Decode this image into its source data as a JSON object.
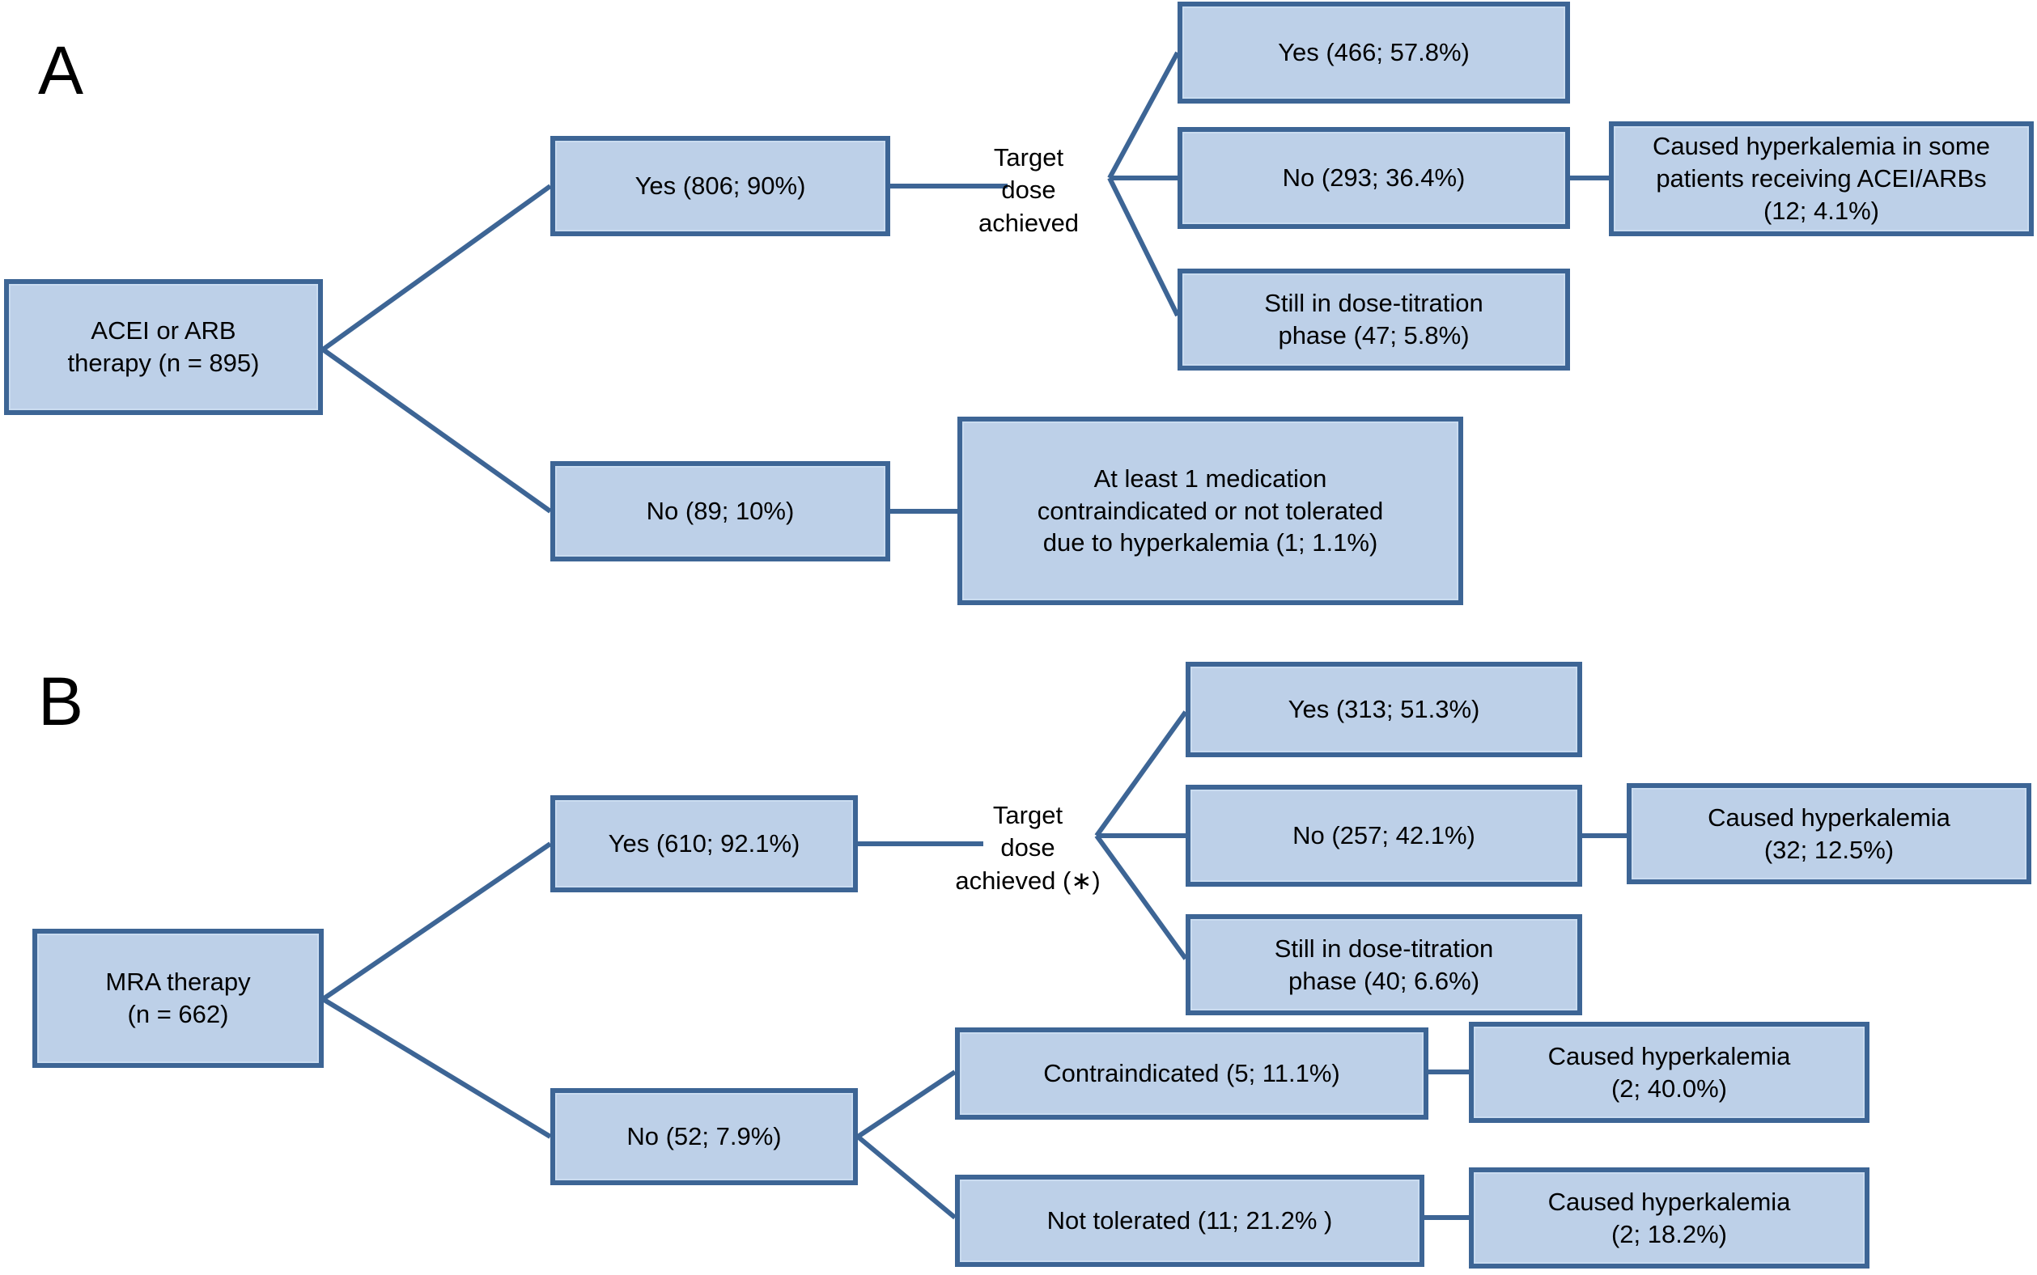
{
  "figure": {
    "type": "flowchart",
    "panels": [
      {
        "letter": "A",
        "root": "ACEI or ARB\ntherapy (n = 895)",
        "root_line1": "ACEI or ARB",
        "root_line2": "therapy (n = 895)",
        "branch_yes": "Yes (806; 90%)",
        "branch_no": "No (89; 10%)",
        "decision_label_line1": "Target",
        "decision_label_line2": "dose",
        "decision_label_line3": "achieved",
        "outcomes": [
          {
            "label": "Yes (466; 57.8%)"
          },
          {
            "label": "No (293; 36.4%)"
          },
          {
            "label": "Still in dose-titration\nphase (47; 5.8%)",
            "line1": "Still in dose-titration",
            "line2": "phase (47; 5.8%)"
          }
        ],
        "side_notes": [
          {
            "label": "Caused hyperkalemia in some patients receiving ACEI/ARBs (12; 4.1%)",
            "line1": "Caused hyperkalemia in some",
            "line2": "patients receiving ACEI/ARBs",
            "line3": "(12; 4.1%)"
          },
          {
            "label": "At least 1 medication contraindicated or not tolerated due to hyperkalemia (1; 1.1%)",
            "line1": "At least 1 medication",
            "line2": "contraindicated or not tolerated",
            "line3": "due to hyperkalemia (1; 1.1%)"
          }
        ]
      },
      {
        "letter": "B",
        "root": "MRA therapy\n(n = 662)",
        "root_line1": "MRA therapy",
        "root_line2": "(n = 662)",
        "branch_yes": "Yes (610; 92.1%)",
        "branch_no": "No (52; 7.9%)",
        "decision_label_line1": "Target",
        "decision_label_line2": "dose",
        "decision_label_line3": "achieved (∗)",
        "outcomes": [
          {
            "label": "Yes (313; 51.3%)"
          },
          {
            "label": "No (257; 42.1%)"
          },
          {
            "label": "Still in dose-titration\nphase (40; 6.6%)",
            "line1": "Still in dose-titration",
            "line2": "phase (40; 6.6%)"
          }
        ],
        "no_children": [
          {
            "label": "Contraindicated (5; 11.1%)"
          },
          {
            "label": "Not tolerated (11; 21.2% )"
          }
        ],
        "side_notes": [
          {
            "label": "Caused hyperkalemia (32; 12.5%)",
            "line1": "Caused hyperkalemia",
            "line2": "(32; 12.5%)"
          },
          {
            "label": "Caused hyperkalemia (2; 40.0%)",
            "line1": "Caused hyperkalemia",
            "line2": "(2; 40.0%)"
          },
          {
            "label": "Caused hyperkalemia (2; 18.2%)",
            "line1": "Caused hyperkalemia",
            "line2": "(2; 18.2%)"
          }
        ]
      }
    ],
    "colors": {
      "box_fill": "#bdd0e8",
      "box_border": "#3d6595",
      "connector": "#3d6595",
      "text": "#000000",
      "background": "#ffffff"
    }
  }
}
